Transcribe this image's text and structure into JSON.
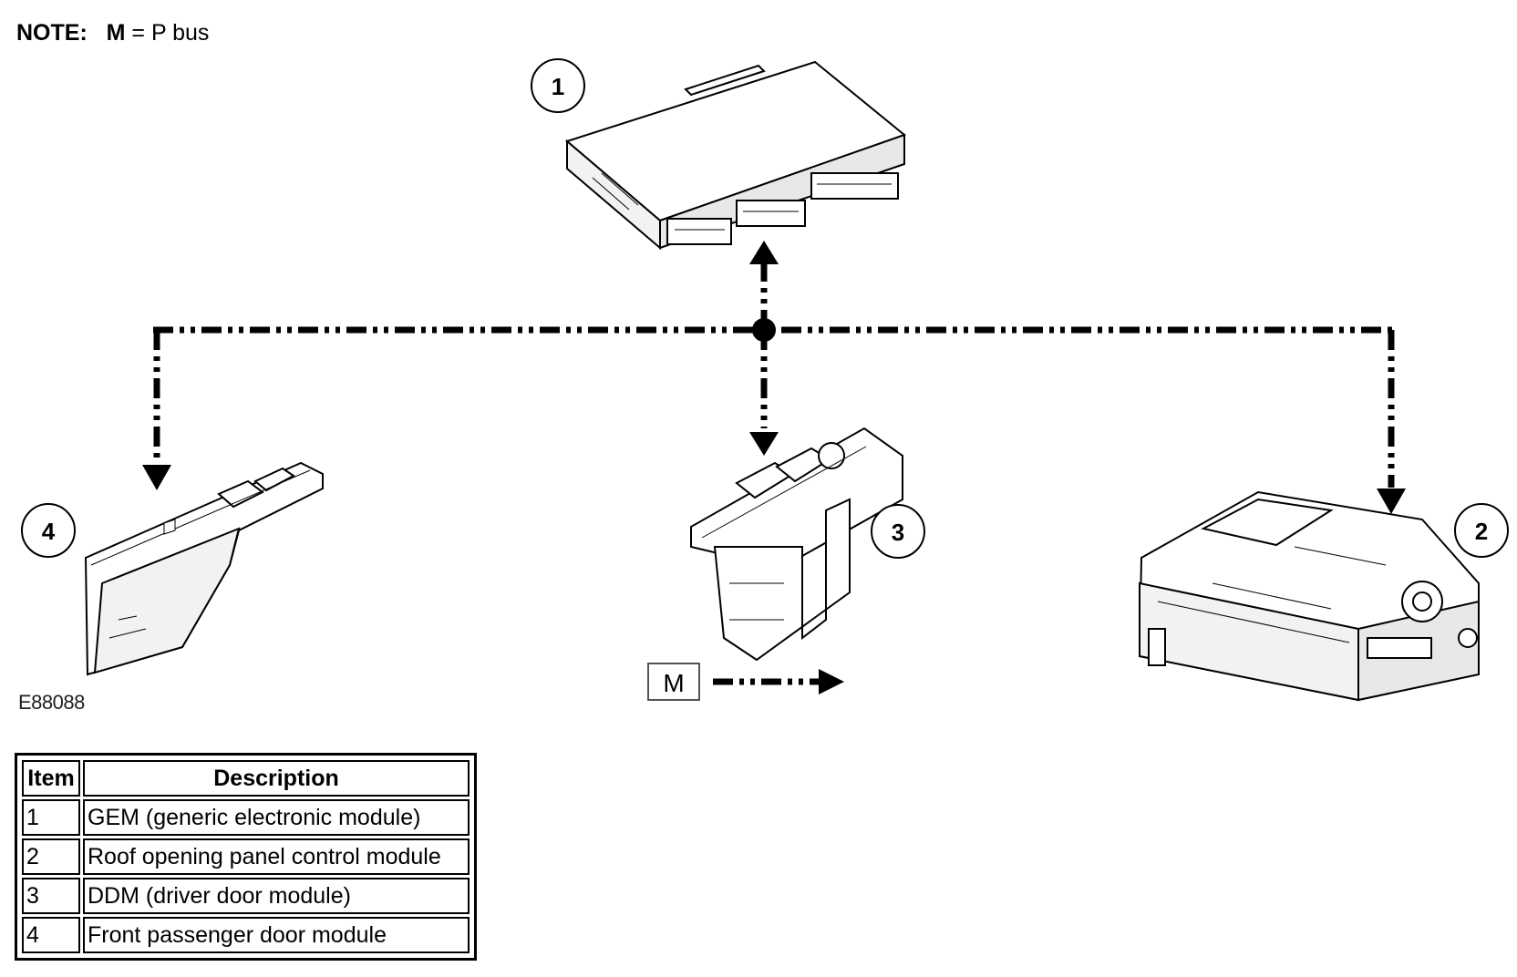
{
  "note": {
    "prefix": "NOTE:",
    "key": "M",
    "rest": "= P bus"
  },
  "figure_ref": "E88088",
  "callouts": {
    "c1": "1",
    "c2": "2",
    "c3": "3",
    "c4": "4"
  },
  "bus_label": "M",
  "legend": {
    "header": {
      "item": "Item",
      "description": "Description"
    },
    "rows": [
      {
        "item": "1",
        "description": "GEM (generic electronic module)"
      },
      {
        "item": "2",
        "description": "Roof opening panel control module"
      },
      {
        "item": "3",
        "description": "DDM (driver door module)"
      },
      {
        "item": "4",
        "description": "Front passenger door module"
      }
    ]
  }
}
